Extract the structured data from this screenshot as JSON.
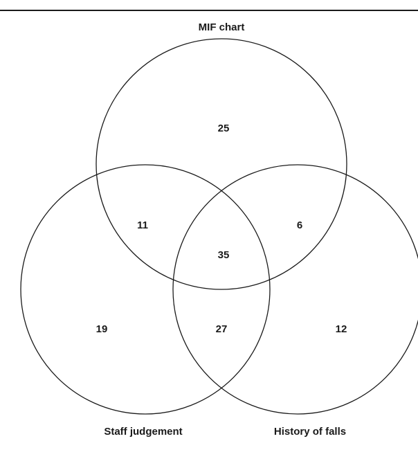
{
  "sets": {
    "mif_chart": "MIF chart",
    "staff_judgement": "Staff judgement",
    "history_of_falls": "History of falls"
  },
  "regions": {
    "mif_only": "25",
    "mif_staff": "11",
    "mif_falls": "6",
    "all_three": "35",
    "staff_only": "19",
    "staff_falls": "27",
    "falls_only": "12"
  }
}
